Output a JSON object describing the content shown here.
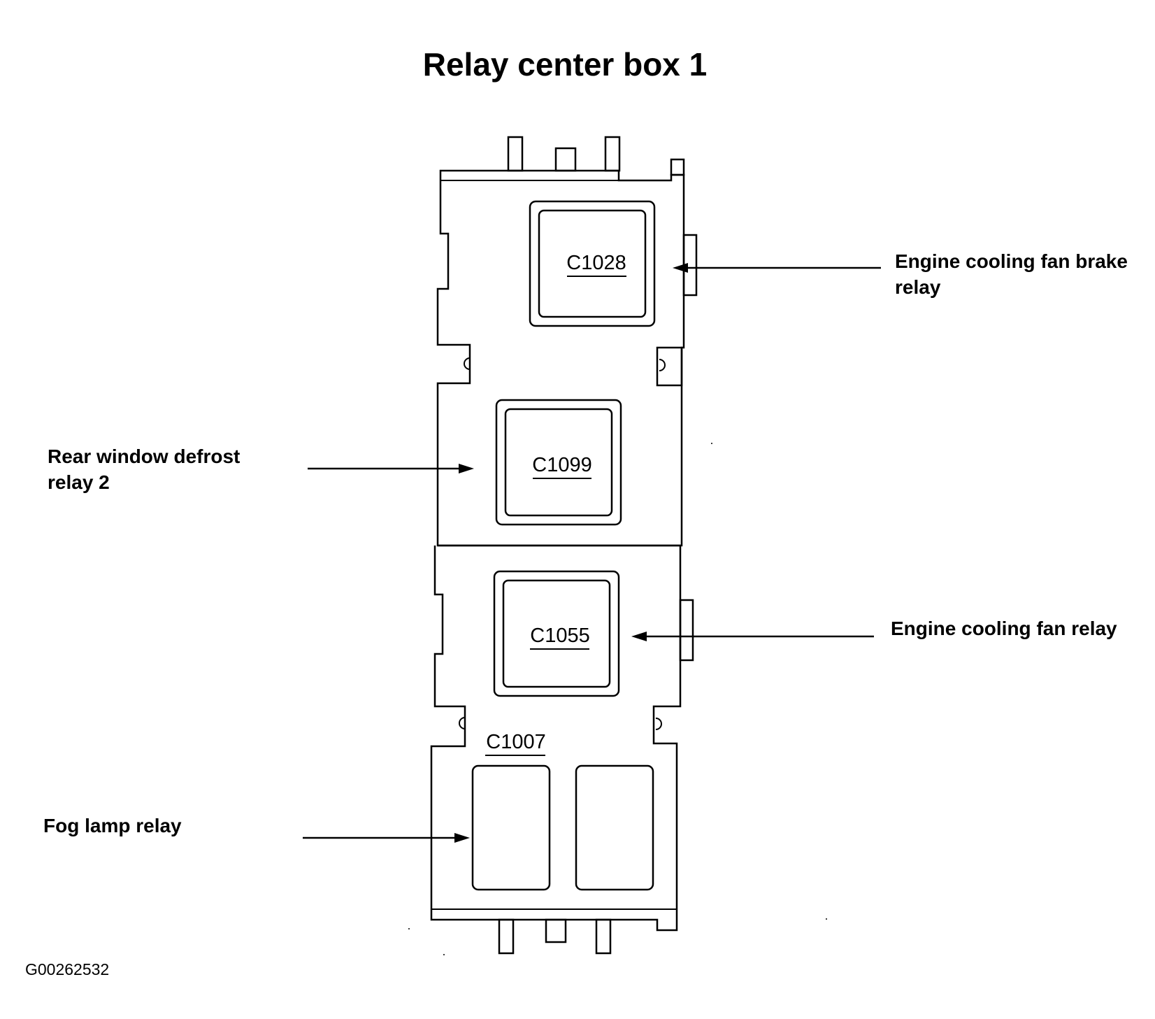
{
  "title": "Relay center box 1",
  "figure_id": "G00262532",
  "callouts": [
    {
      "id": "c1028",
      "lines": [
        "Engine cooling fan brake",
        "relay"
      ]
    },
    {
      "id": "c1099",
      "lines": [
        "Rear window defrost",
        "relay 2"
      ]
    },
    {
      "id": "c1055",
      "lines": [
        "Engine cooling fan relay"
      ]
    },
    {
      "id": "c1007",
      "lines": [
        "Fog lamp relay"
      ]
    }
  ],
  "relays": [
    {
      "id": "c1028",
      "code": "C1028"
    },
    {
      "id": "c1099",
      "code": "C1099"
    },
    {
      "id": "c1055",
      "code": "C1055"
    },
    {
      "id": "c1007",
      "code": "C1007"
    }
  ]
}
